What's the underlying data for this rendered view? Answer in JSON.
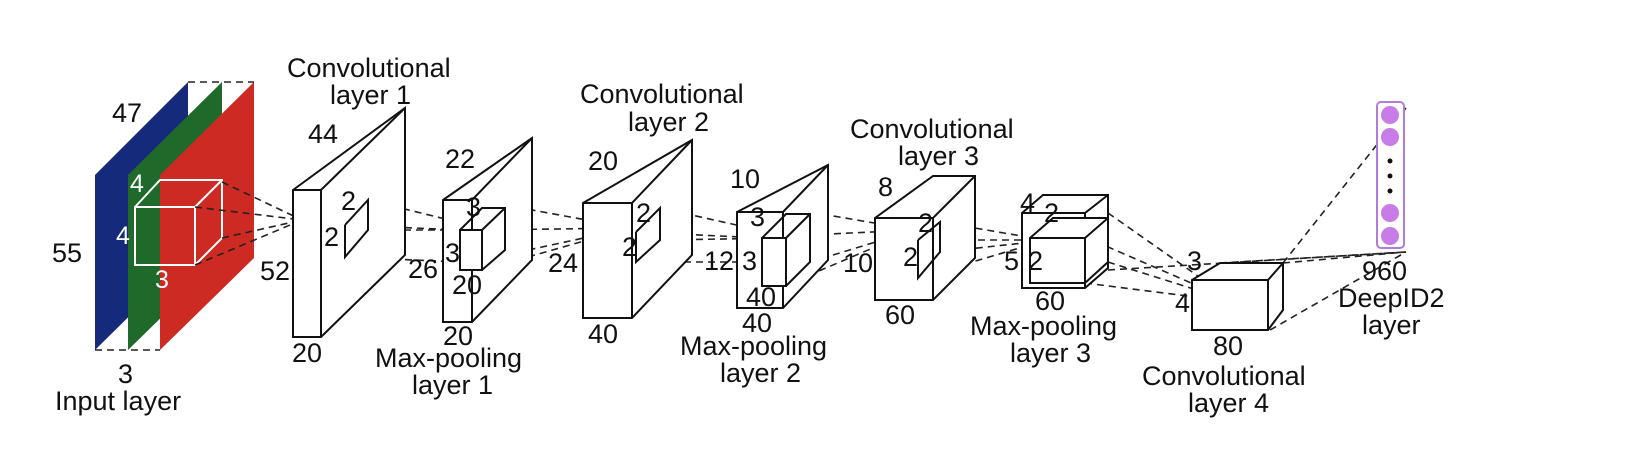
{
  "colors": {
    "channel_blue": "#152a7a",
    "channel_green": "#1f6a2a",
    "channel_red": "#cc2a22",
    "neuron": "#c77ce8",
    "neuron_border": "#b27bd9"
  },
  "input": {
    "label": "Input layer",
    "height": "55",
    "width": "47",
    "channels": "3",
    "kernel_a": "4",
    "kernel_b": "4",
    "kernel_c": "3"
  },
  "conv1": {
    "title_1": "Convolutional",
    "title_2": "layer 1",
    "top": "44",
    "side": "52",
    "bottom": "20",
    "kernel_a": "2",
    "kernel_b": "2"
  },
  "pool1": {
    "title_1": "Max-pooling",
    "title_2": "layer 1",
    "top": "22",
    "side": "26",
    "bottom": "20",
    "kernel_a": "3",
    "kernel_b": "3",
    "kernel_c": "20"
  },
  "conv2": {
    "title_1": "Convolutional",
    "title_2": "layer 2",
    "top": "20",
    "side": "24",
    "bottom": "40",
    "kernel_a": "2",
    "kernel_b": "2"
  },
  "pool2": {
    "title_1": "Max-pooling",
    "title_2": "layer 2",
    "top": "10",
    "side": "12",
    "bottom": "40",
    "kernel_a": "3",
    "kernel_b": "3",
    "kernel_c": "40"
  },
  "conv3": {
    "title_1": "Convolutional",
    "title_2": "layer 3",
    "top": "8",
    "side": "10",
    "bottom": "60",
    "kernel_a": "2",
    "kernel_b": "2"
  },
  "pool3": {
    "title_1": "Max-pooling",
    "title_2": "layer 3",
    "top": "4",
    "side": "5",
    "bottom": "60",
    "kernel_a": "2",
    "kernel_b": "2"
  },
  "conv4": {
    "title_1": "Convolutional",
    "title_2": "layer 4",
    "top": "3",
    "side": "4",
    "bottom": "80"
  },
  "deepid2": {
    "title_1": "DeepID2",
    "title_2": "layer",
    "size": "960"
  }
}
